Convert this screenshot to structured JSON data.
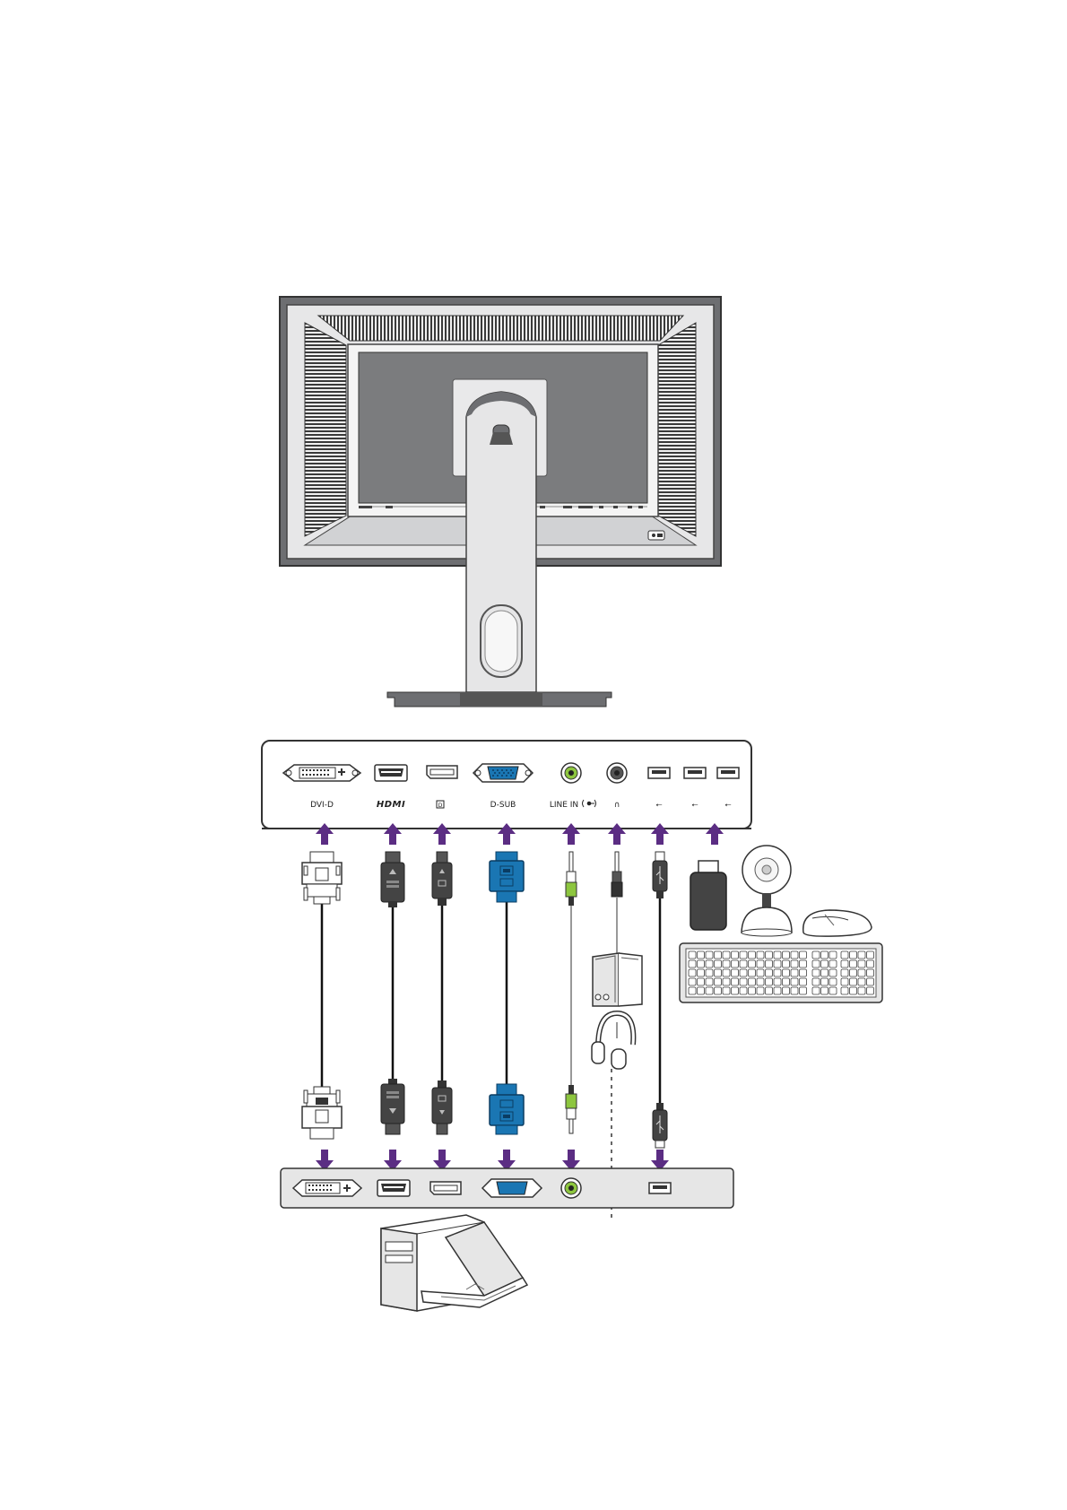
{
  "monitor_port_labels": {
    "dvi": "DVI-D",
    "hdmi": "HDMI",
    "dp": "D",
    "dsub": "D-SUB",
    "line_in": "LINE IN",
    "headphone": "∩",
    "usb": "⭠"
  },
  "colors": {
    "arrow": "#5b2d83",
    "vga_blue": "#1a76b3",
    "audio_green": "#8dc63f",
    "monitor_gray": "#6d6e71",
    "panel_light": "#e6e6e6"
  },
  "icons": [
    "arrow-up-icon",
    "arrow-down-icon",
    "usb-icon",
    "headphone-icon",
    "audio-icon",
    "displayport-icon"
  ],
  "devices": [
    "monitor",
    "dvi-cable",
    "hdmi-cable",
    "displayport-cable",
    "vga-cable",
    "audio-cable",
    "headphone-cable",
    "usb-cable",
    "usb-flash-drive",
    "webcam",
    "mouse",
    "keyboard",
    "speakers",
    "headphones",
    "computer",
    "laptop"
  ]
}
